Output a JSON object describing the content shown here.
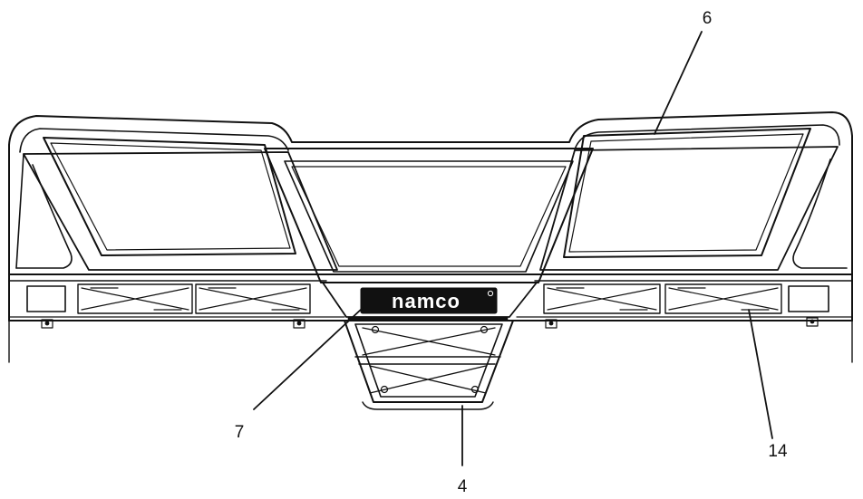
{
  "diagram": {
    "logo_text": "namco",
    "callouts": [
      {
        "id": "callout-6",
        "label": "6"
      },
      {
        "id": "callout-7",
        "label": "7"
      },
      {
        "id": "callout-4",
        "label": "4"
      },
      {
        "id": "callout-14",
        "label": "14"
      }
    ],
    "colors": {
      "ink": "#111111",
      "paper": "#ffffff"
    }
  }
}
